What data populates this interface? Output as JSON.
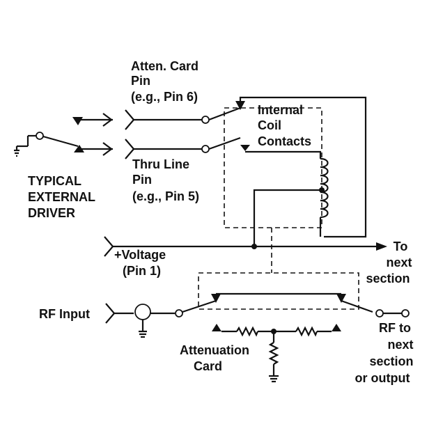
{
  "labels": {
    "atten_card_pin": [
      "Atten. Card",
      "Pin",
      "(e.g., Pin 6)"
    ],
    "internal_coil_contacts": [
      "Internal",
      "Coil",
      "Contacts"
    ],
    "thru_line_pin": [
      "Thru Line",
      "Pin",
      "(e.g., Pin 5)"
    ],
    "typical_external_driver": [
      "TYPICAL",
      "EXTERNAL",
      "DRIVER"
    ],
    "voltage_pin": [
      "+Voltage",
      "(Pin 1)"
    ],
    "to_next_section": [
      "To",
      "next",
      "section"
    ],
    "rf_input": "RF Input",
    "attenuation_card": [
      "Attenuation",
      "Card"
    ],
    "rf_output": [
      "RF to",
      "next",
      "section",
      "or output"
    ]
  }
}
